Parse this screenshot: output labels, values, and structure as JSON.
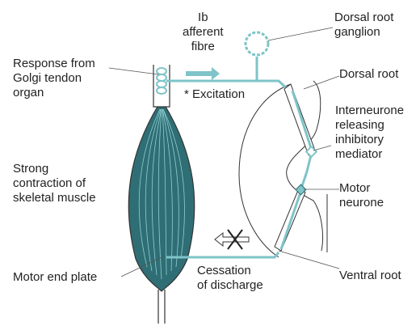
{
  "labels": {
    "afferent": "Ib\nafferent\nfibre",
    "dorsal_root_ganglion": "Dorsal root\nganglion",
    "golgi": "Response from\nGolgi tendon\norgan",
    "dorsal_root": "Dorsal root",
    "excitation": "* Excitation",
    "interneurone": "Interneurone\nreleasing\ninhibitory\nmediator",
    "contraction": "Strong\ncontraction of\nskeletal muscle",
    "motor_neurone": "Motor\nneurone",
    "motor_end_plate": "Motor end plate",
    "cessation": "Cessation\nof discharge",
    "ventral_root": "Ventral root"
  },
  "colors": {
    "nerve": "#7ec4c8",
    "muscle": "#2f6e74",
    "muscle_light": "#8fcfd2",
    "outline": "#333333",
    "text": "#222222"
  },
  "icons": {
    "blocked_arrow": "crossed-arrow-icon",
    "excitation_arrow": "right-arrow-icon"
  }
}
